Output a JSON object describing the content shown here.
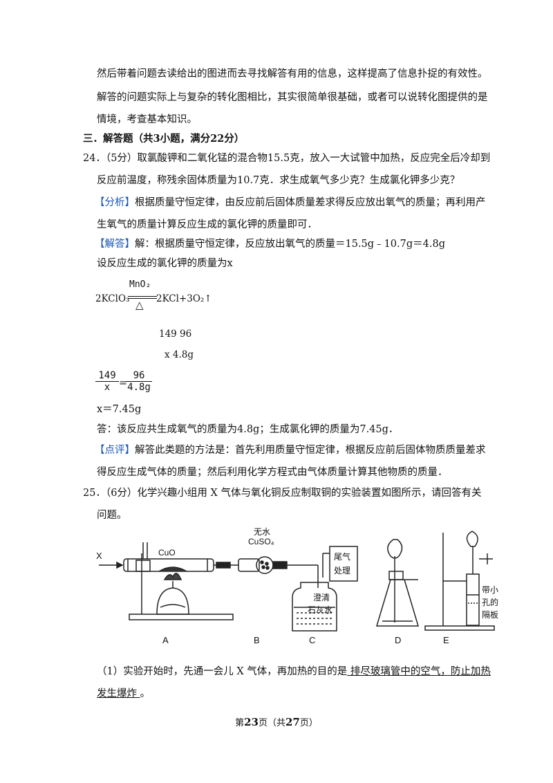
{
  "lines": {
    "l1": "然后带着问题去读给出的图进而去寻找解答有用的信息，这样提高了信息扑捉的有效性。",
    "l2": "解答的问题实际上与复杂的转化图相比，其实很简单很基础，或者可以说转化图提供的是",
    "l3": "情境，考查基本知识。"
  },
  "section": {
    "title": "三．解答题（共3小题，满分22分）"
  },
  "q24": {
    "stem1": "24．（5分）取氯酸钾和二氧化锰的混合物15.5克，放入一大试管中加热，反应完全后冷却到",
    "stem2": "反应前温度，称残余固体质量为10.7克．求生成氧气多少克？生成氯化钾多少克？",
    "analysis_tag": "【分析】",
    "analysis1": "根据质量守恒定律，由反应前后固体质量差求得反应放出氧气的质量；再利用产",
    "analysis2": "生氧气的质量计算反应生成的氯化钾的质量即可．",
    "solution_tag": "【解答】",
    "solution1": "解：根据质量守恒定律，反应放出氧气的质量＝15.5g﹣10.7g＝4.8g",
    "solution2": "设反应生成的氯化钾的质量为x",
    "eq_left": "2KClO₃",
    "eq_catalyst": "MnO₂",
    "eq_heat": "△",
    "eq_right": "2KCl+3O₂↑",
    "ratio_top": "149  96",
    "ratio_bottom": "x  4.8g",
    "frac1_num": "149",
    "frac1_den": "x",
    "equals": "=",
    "frac2_num": "96",
    "frac2_den": "4.8g",
    "result": "x＝7.45g",
    "answer": "答：该反应共生成氧气的质量为4.8g；生成氯化钾的质量为7.45g．",
    "comment_tag": "【点评】",
    "comment1": "解答此类题的方法是：首先利用质量守恒定律，根据反应前后固体物质质量差求",
    "comment2": "得反应生成气体的质量；然后利用化学方程式由气体质量计算其他物质的质量．"
  },
  "q25": {
    "stem1": "25．（6分）化学兴趣小组用 X 气体与氧化铜反应制取铜的实验装置如图所示，请回答有关",
    "stem2": "问题。",
    "diagram": {
      "x_label": "X",
      "cuo_label": "CuO",
      "anhydrous_label": "无水",
      "cuso4_label": "CuSO₄",
      "tail_gas_1": "尾气",
      "tail_gas_2": "处理",
      "limewater_1": "澄清",
      "limewater_2": "石灰水",
      "plate_1": "带小",
      "plate_2": "孔的",
      "plate_3": "隔板",
      "labels": [
        "A",
        "B",
        "C",
        "D",
        "E"
      ]
    },
    "sub1_prefix": "（1）实验开始时，先通一会儿 X 气体，再加热的目的是",
    "sub1_answer1": "  排尽玻璃管中的空气，防止加热",
    "sub1_answer2": "发生爆炸   ",
    "sub1_suffix": "。"
  },
  "footer": {
    "pre": "第",
    "page": "23",
    "mid": "页（共",
    "total": "27",
    "post": "页）"
  }
}
